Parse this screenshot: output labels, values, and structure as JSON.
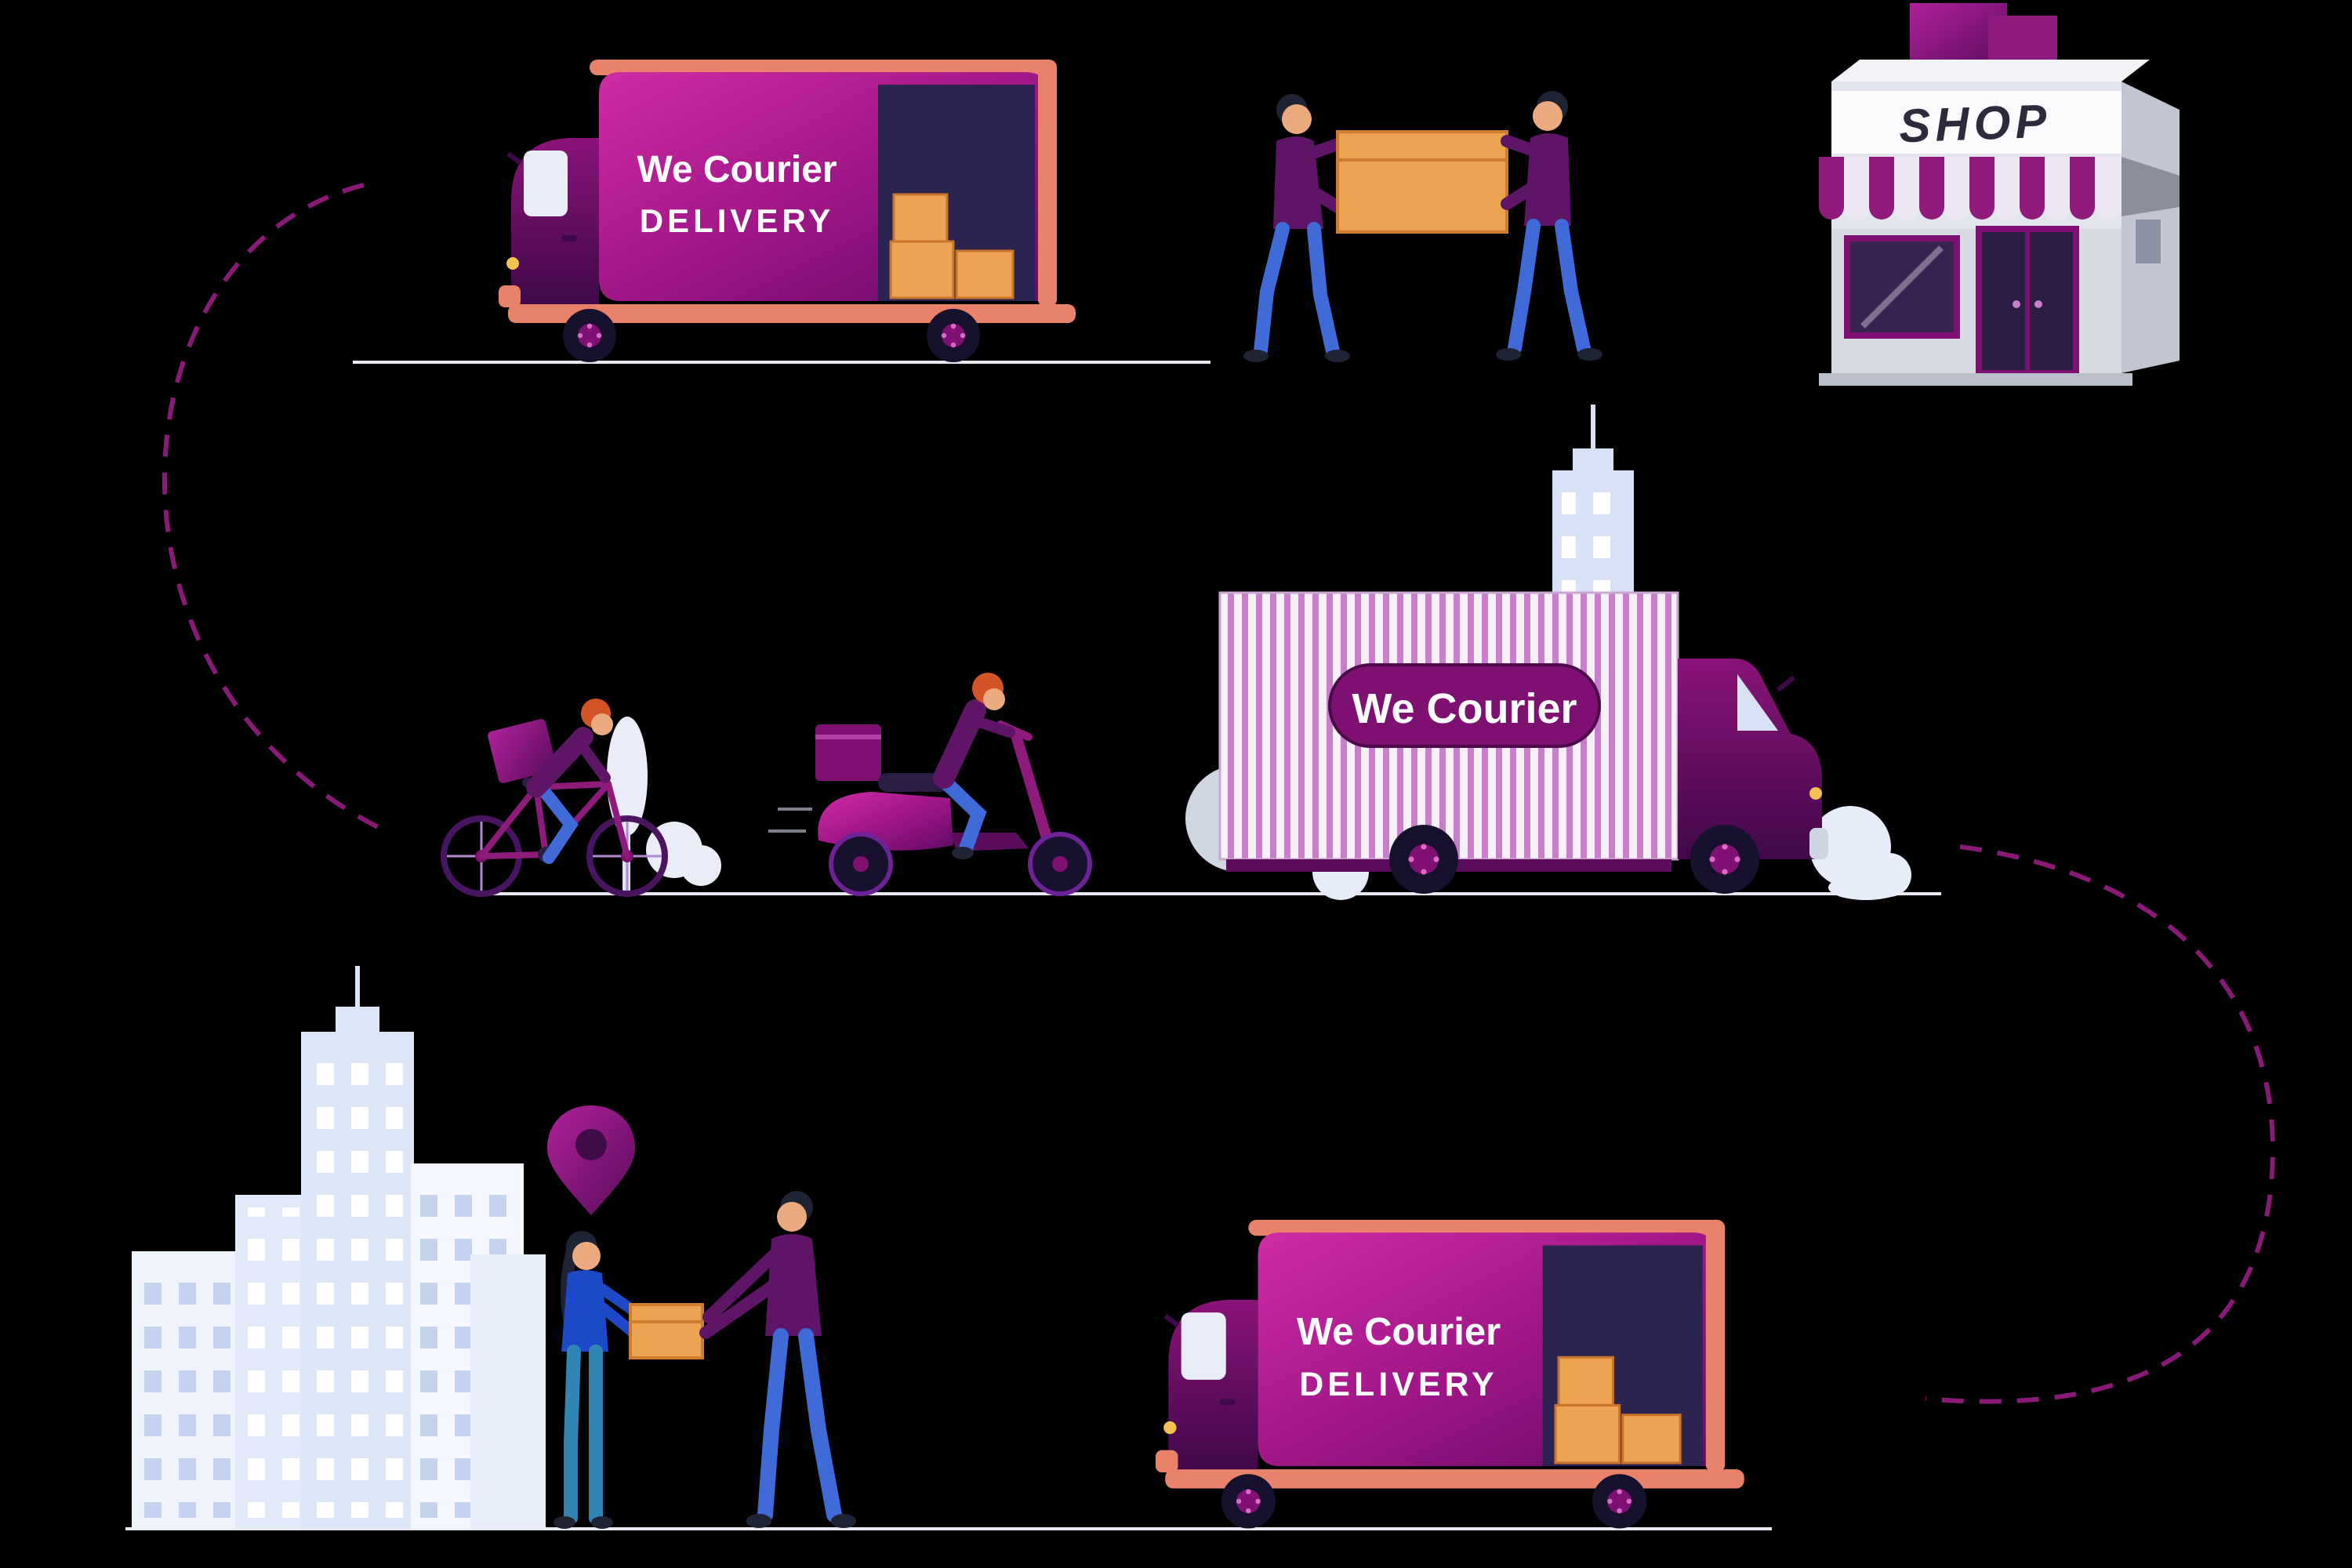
{
  "illustration": {
    "name": "We Courier delivery process illustration",
    "background": "#000000",
    "colors": {
      "route_dashed": "#8a1a78",
      "purple_dark": "#5a0d5c",
      "purple": "#8e1a7b",
      "magenta": "#c4219c",
      "salmon_trim": "#e8826b",
      "box_orange": "#eda452",
      "denim_blue": "#3f6ad8",
      "light_building": "#dce6f7"
    }
  },
  "top_truck": {
    "brand_line1": "We Courier",
    "brand_line2": "DELIVERY"
  },
  "middle_truck": {
    "badge_label": "We Courier"
  },
  "bottom_truck": {
    "brand_line1": "We Courier",
    "brand_line2": "DELIVERY"
  },
  "shop": {
    "sign": "SHOP"
  }
}
